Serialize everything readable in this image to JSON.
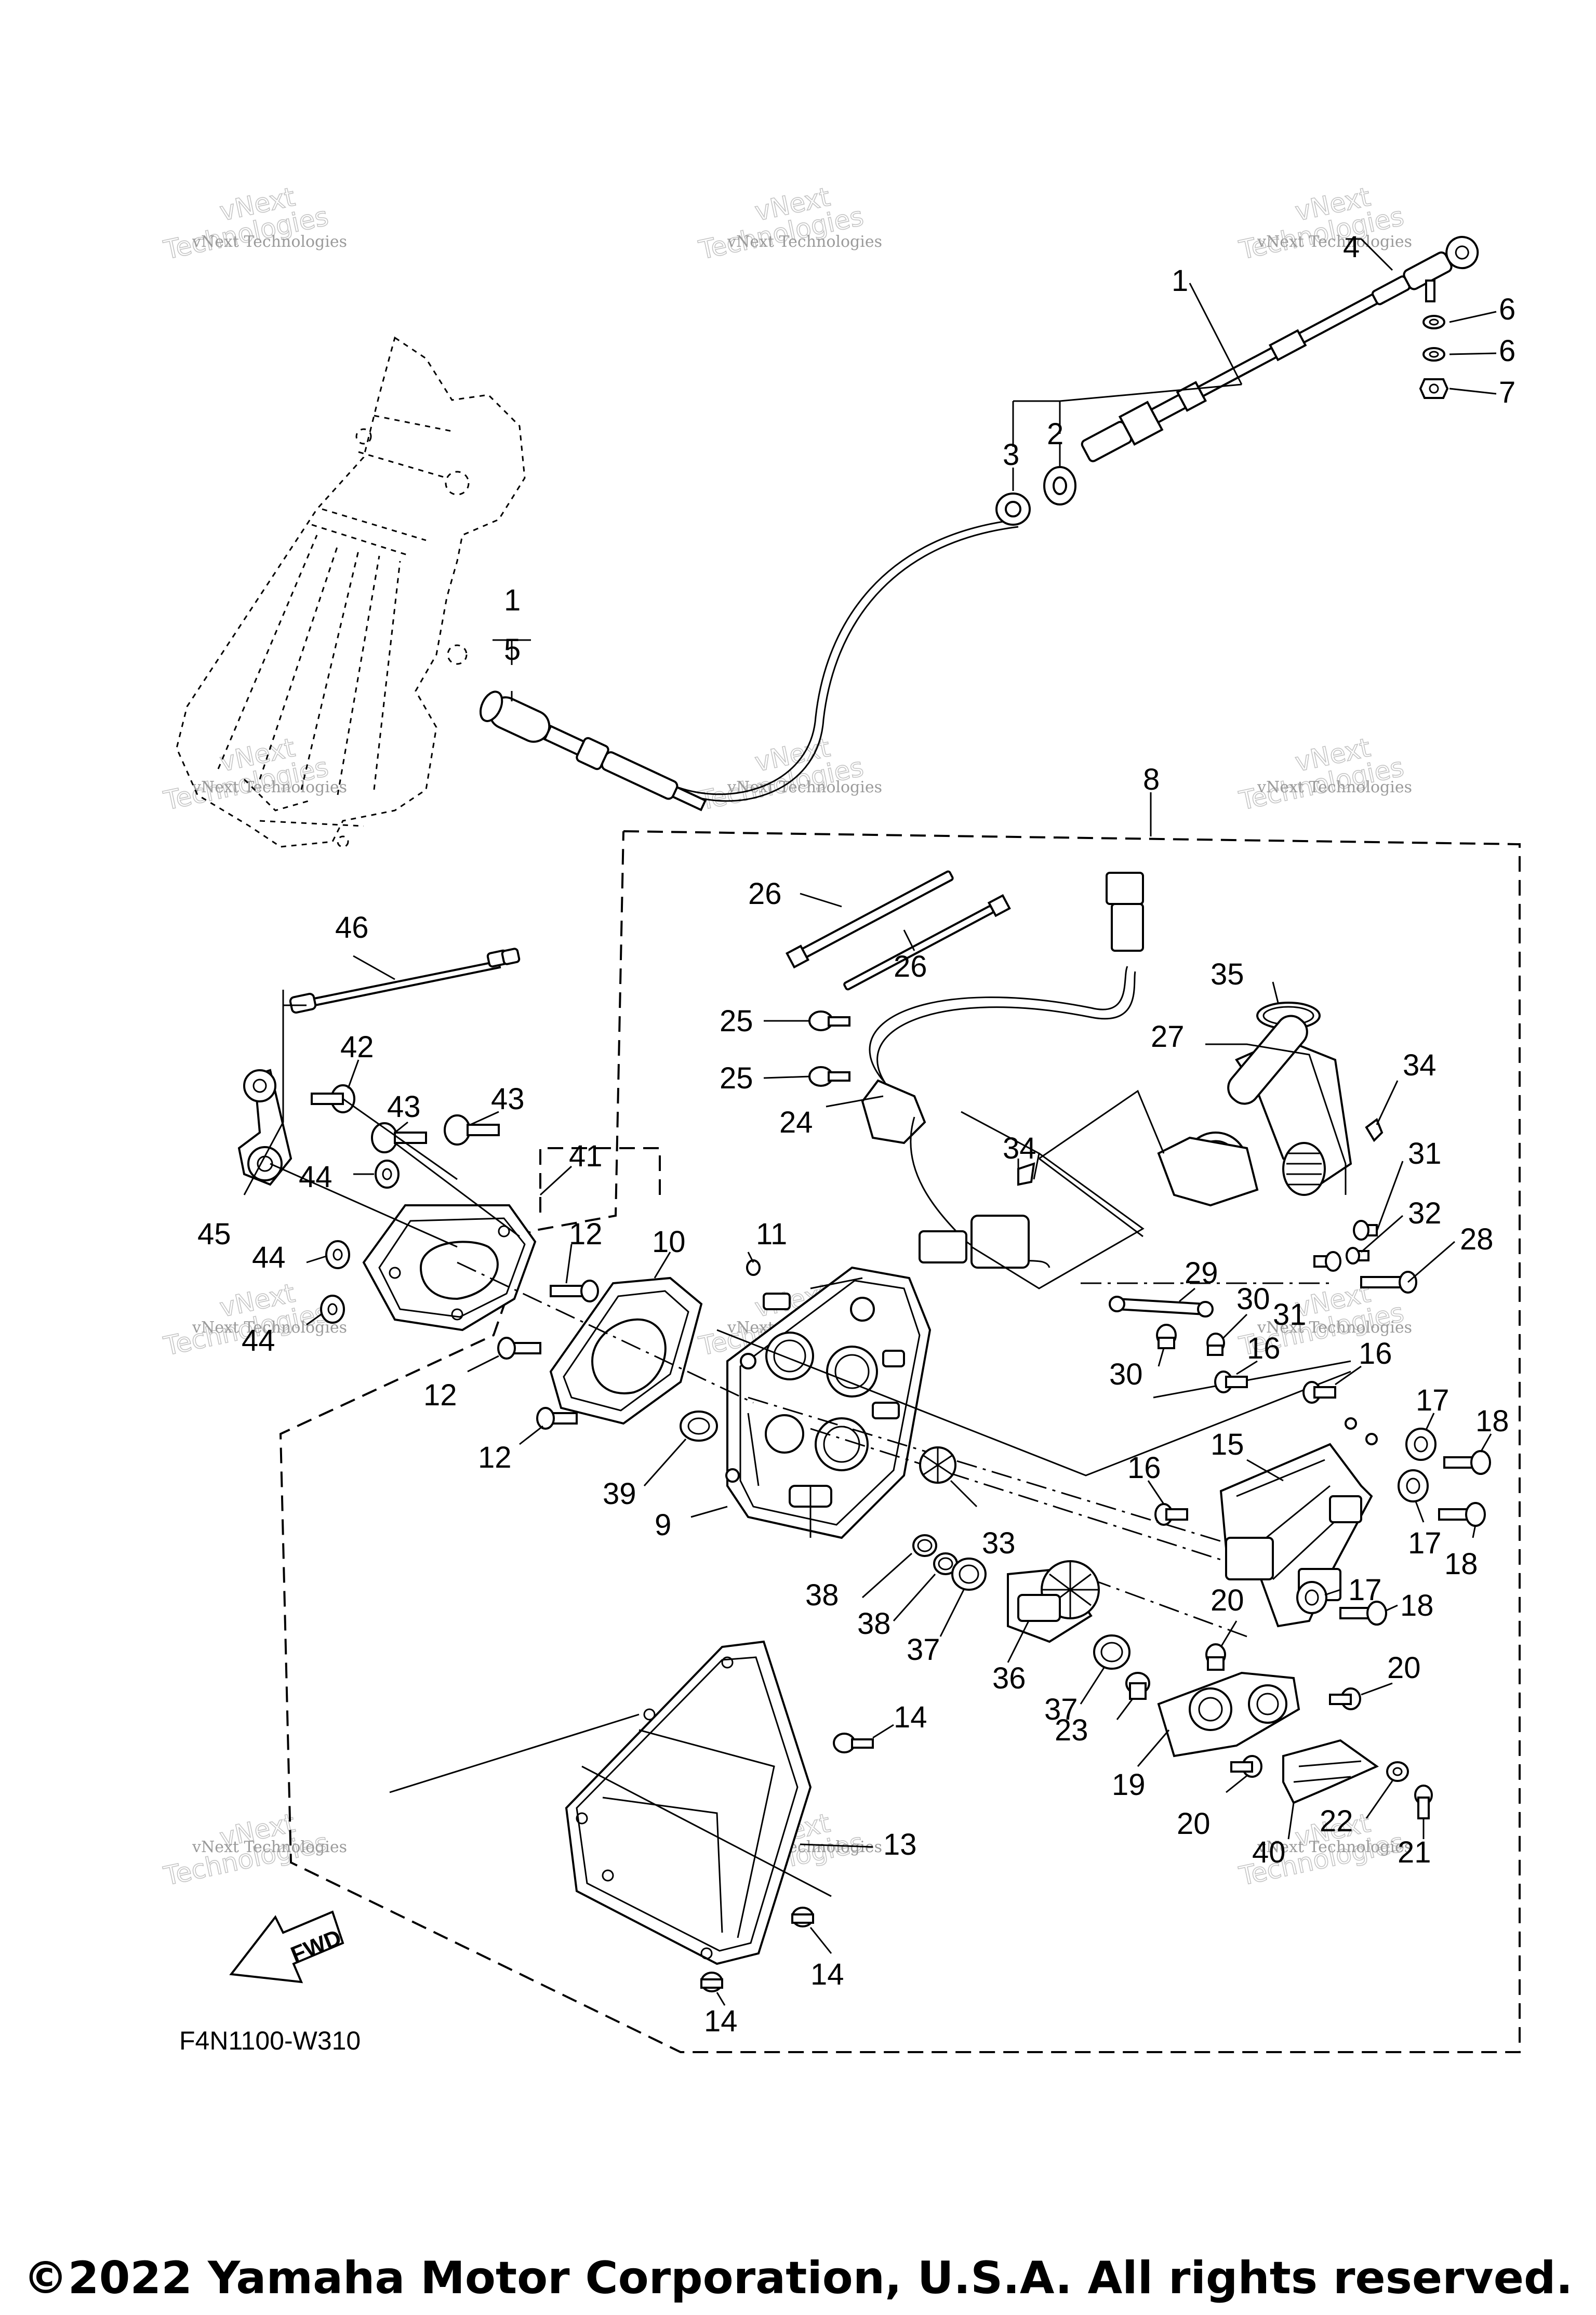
{
  "diagram_code": "F4N1100-W310",
  "fwd_label": "FWD",
  "copyright": "©2022 Yamaha Motor Corporation, U.S.A. All rights reserved.",
  "watermark": {
    "small": "vNext Technologies",
    "big_line1": "vNext",
    "big_line2": "Technologies"
  },
  "callouts": [
    "1",
    "2",
    "3",
    "4",
    "5",
    "6",
    "7",
    "8",
    "9",
    "10",
    "11",
    "12",
    "13",
    "14",
    "15",
    "16",
    "17",
    "18",
    "19",
    "20",
    "21",
    "22",
    "23",
    "24",
    "25",
    "26",
    "27",
    "28",
    "29",
    "30",
    "31",
    "32",
    "33",
    "34",
    "35",
    "36",
    "37",
    "38",
    "39",
    "40",
    "41",
    "42",
    "43",
    "44",
    "45",
    "46"
  ]
}
